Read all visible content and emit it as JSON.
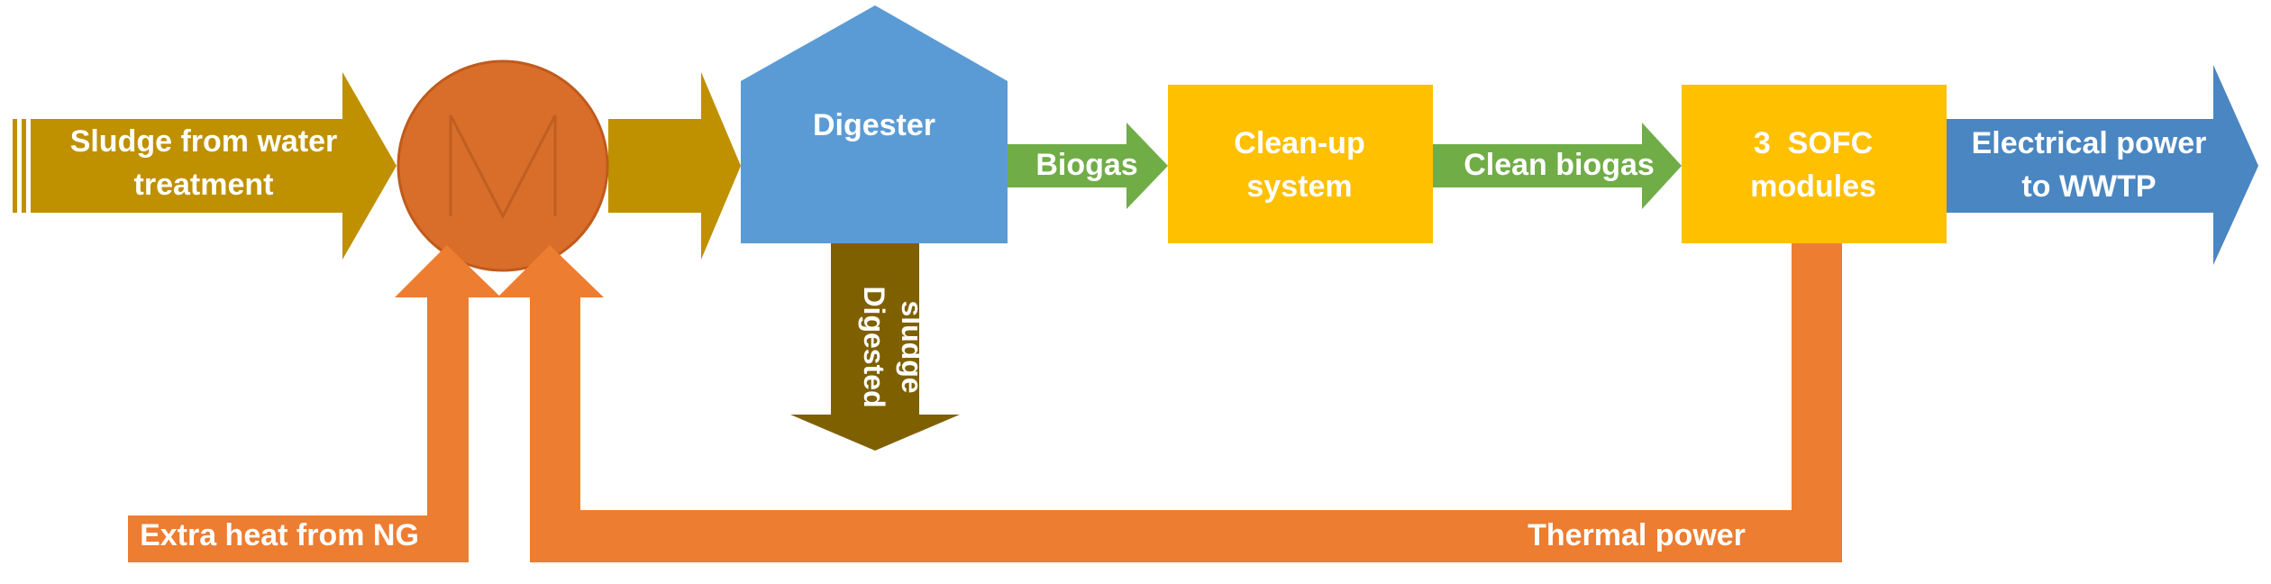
{
  "labels": {
    "sludge_input": [
      "Sludge from water",
      "treatment"
    ],
    "digester": "Digester",
    "biogas": "Biogas",
    "cleanup": [
      "Clean-up",
      "system"
    ],
    "clean_biogas": "Clean biogas",
    "sofc": [
      "3  SOFC",
      "modules"
    ],
    "electrical": [
      "Electrical power",
      "to WWTP"
    ],
    "digested_sludge": [
      "Digested",
      "sludge"
    ],
    "extra_heat": "Extra heat from NG",
    "thermal_power": "Thermal power",
    "mixer_symbol": "M"
  },
  "colors": {
    "sludge_arrow": "#BF9000",
    "mixer": "#D86E2A",
    "digester": "#5B9BD5",
    "biogas_arrow": "#70AD47",
    "yellow_box": "#FFC000",
    "electrical_arrow": "#4A86C1",
    "digested_sludge_arrow": "#7F6000",
    "heat_arrow": "#ED7D31",
    "text": "#FFFFFF"
  }
}
